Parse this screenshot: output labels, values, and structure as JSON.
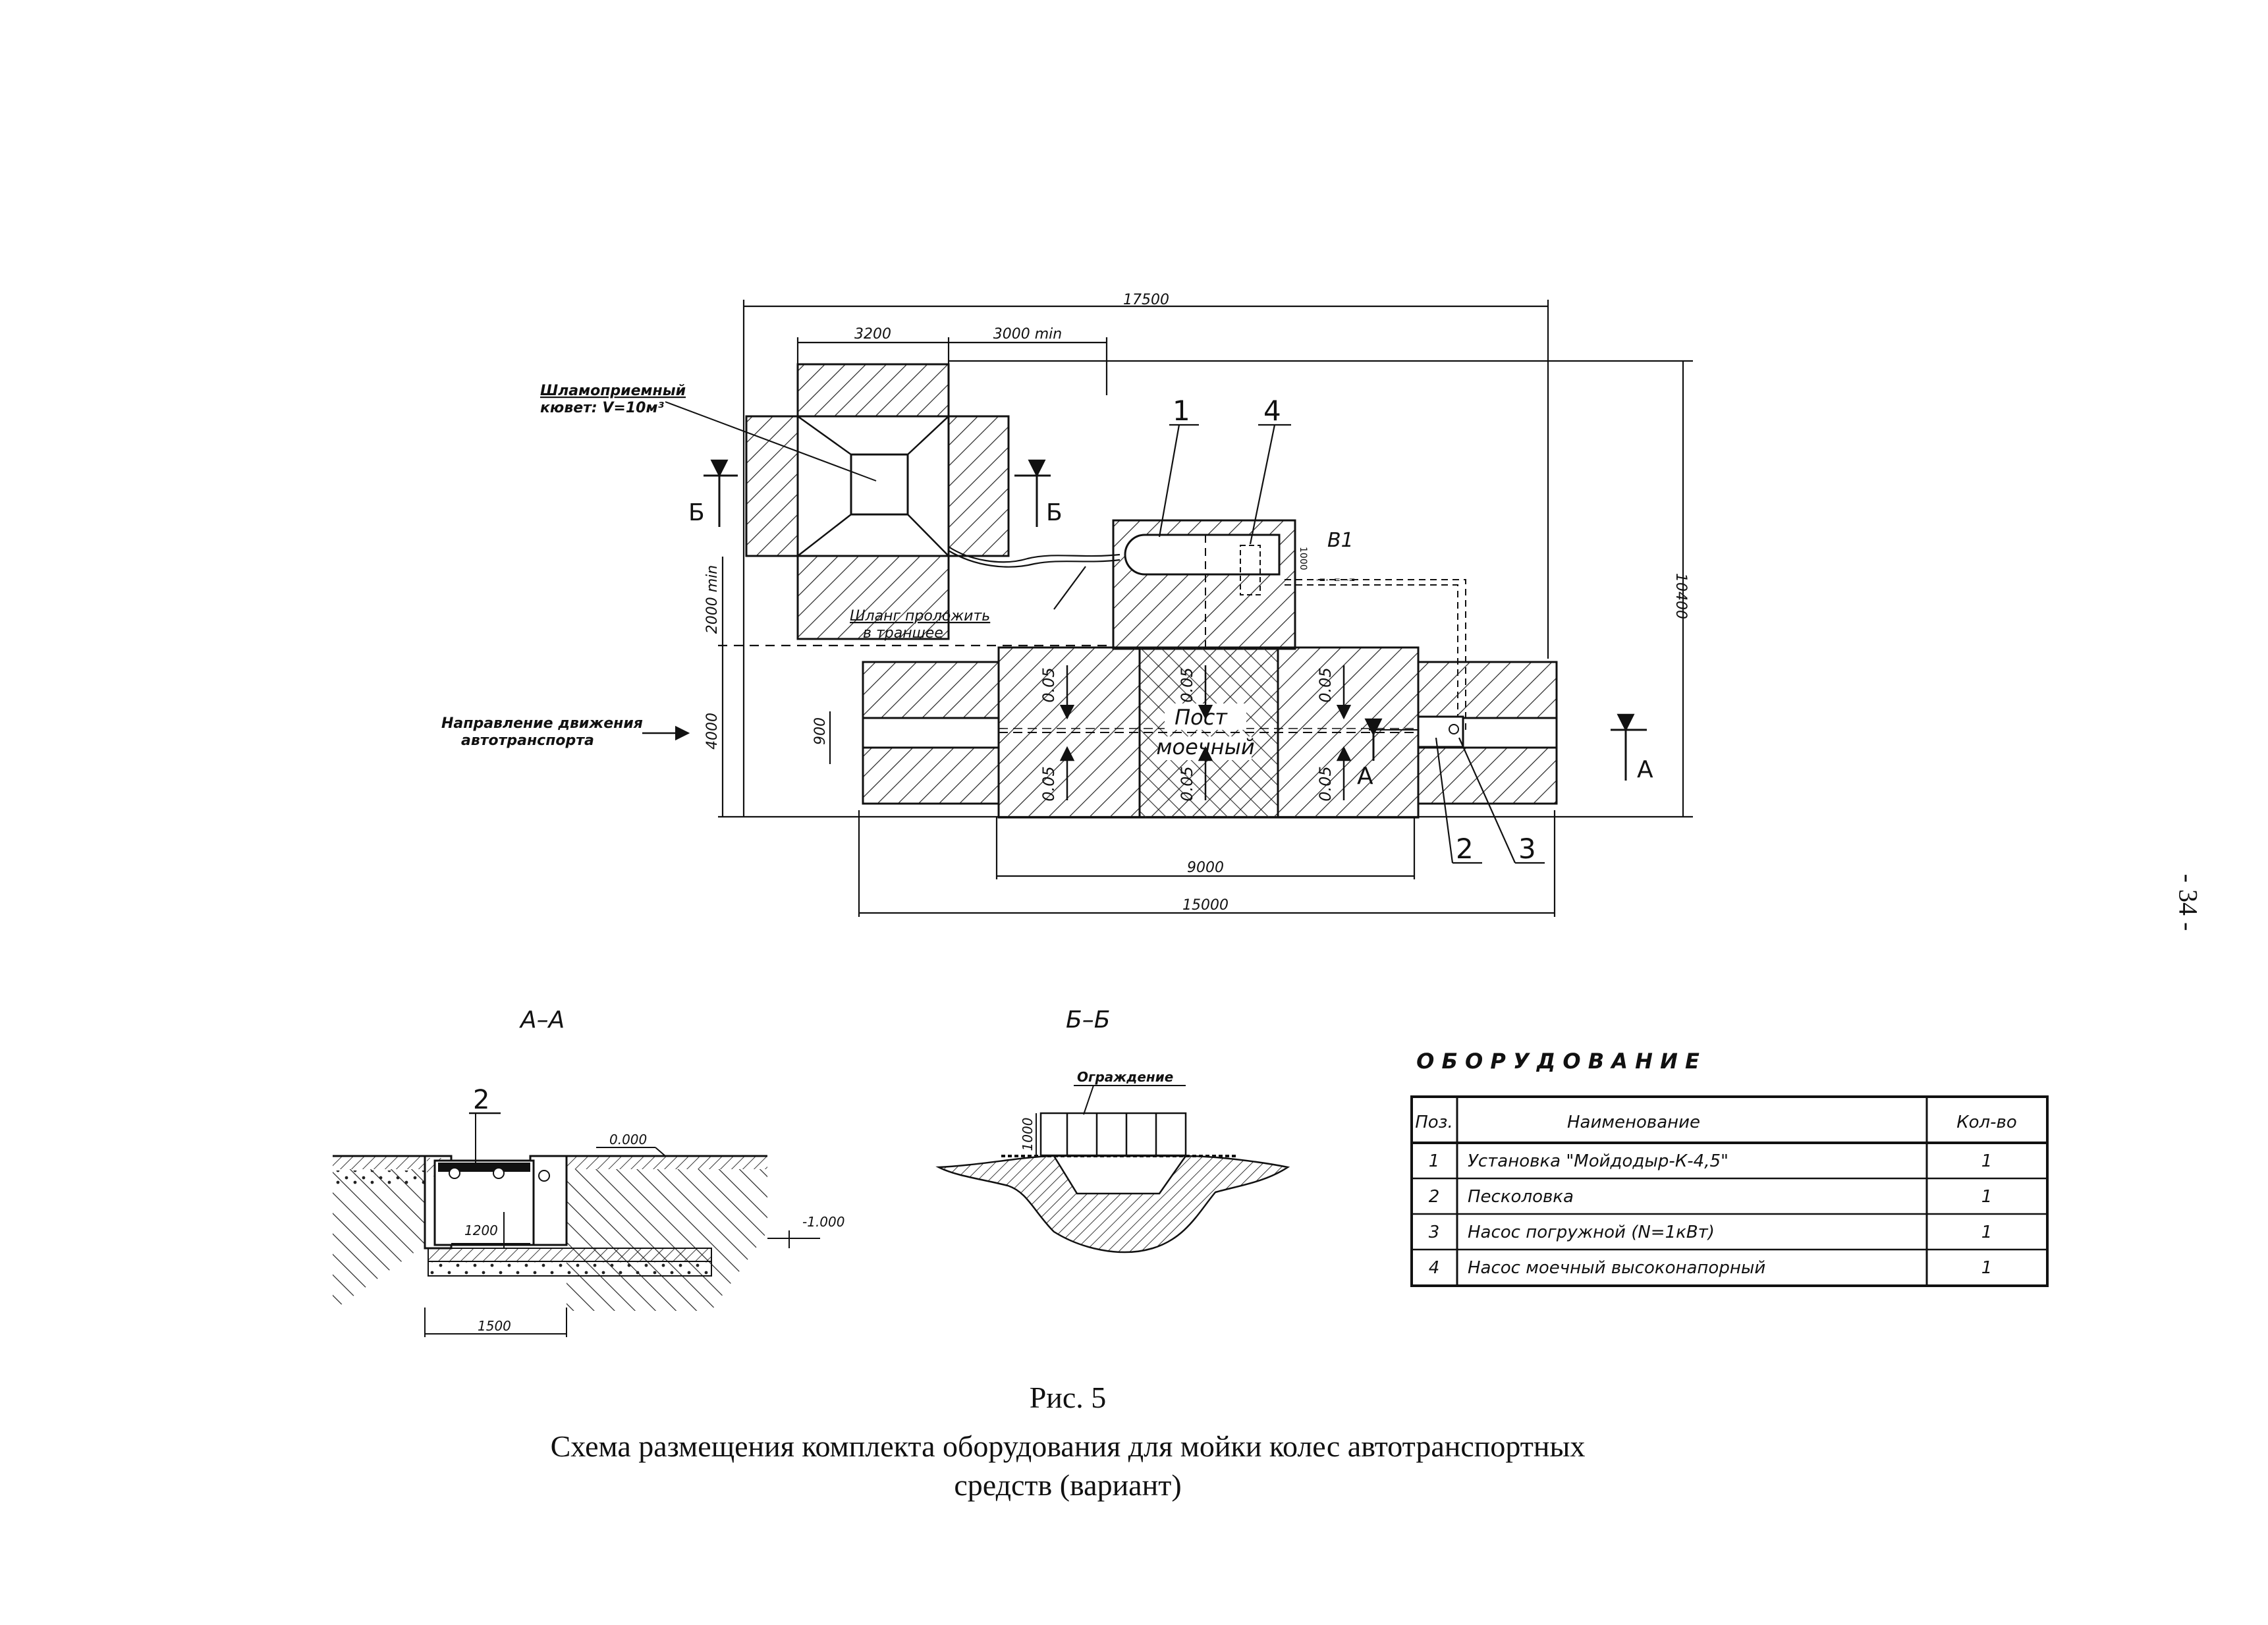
{
  "plan": {
    "dim_total_length": "17500",
    "dim_3200": "3200",
    "dim_3000_min": "3000 min",
    "dim_height": "10400",
    "dim_2000_min": "2000 min",
    "dim_4000": "4000",
    "dim_900": "900",
    "dim_9000": "9000",
    "dim_15000": "15000",
    "sludge_tank_label_1": "Шламоприемный",
    "sludge_tank_label_2": "кювет: V=10м³",
    "hose_label_1": "Шланг проложить",
    "hose_label_2": "в траншее",
    "direction_label_1": "Направление движения",
    "direction_label_2": "автотранспорта",
    "post_label_1": "Пост",
    "post_label_2": "моечный",
    "slope": "0.05",
    "section_b": "Б",
    "section_a": "А",
    "marker_b1": "В1",
    "callout_1": "1",
    "callout_2": "2",
    "callout_3": "3",
    "callout_4": "4"
  },
  "section_aa": {
    "title": "А–А",
    "callout": "2",
    "level_top": "0.000",
    "level_bottom": "-1.000",
    "dim_1200": "1200",
    "dim_1500": "1500"
  },
  "section_bb": {
    "title": "Б–Б",
    "fence_label": "Ограждение",
    "dim_1000": "1000"
  },
  "equipment": {
    "title": "О Б О Р У Д О В А Н И Е",
    "headers": [
      "Поз.",
      "Наименование",
      "Кол-во"
    ],
    "rows": [
      {
        "pos": "1",
        "name": "Установка \"Мойдодыр-К-4,5\"",
        "qty": "1"
      },
      {
        "pos": "2",
        "name": "Песколовка",
        "qty": "1"
      },
      {
        "pos": "3",
        "name": "Насос погружной (N=1кВт)",
        "qty": "1"
      },
      {
        "pos": "4",
        "name": "Насос моечный высоконапорный",
        "qty": "1"
      }
    ]
  },
  "caption": {
    "fig": "Рис. 5",
    "line1": "Схема размещения комплекта оборудования для мойки колес автотранспортных",
    "line2": "средств (вариант)"
  },
  "page_number": "- 34 -"
}
